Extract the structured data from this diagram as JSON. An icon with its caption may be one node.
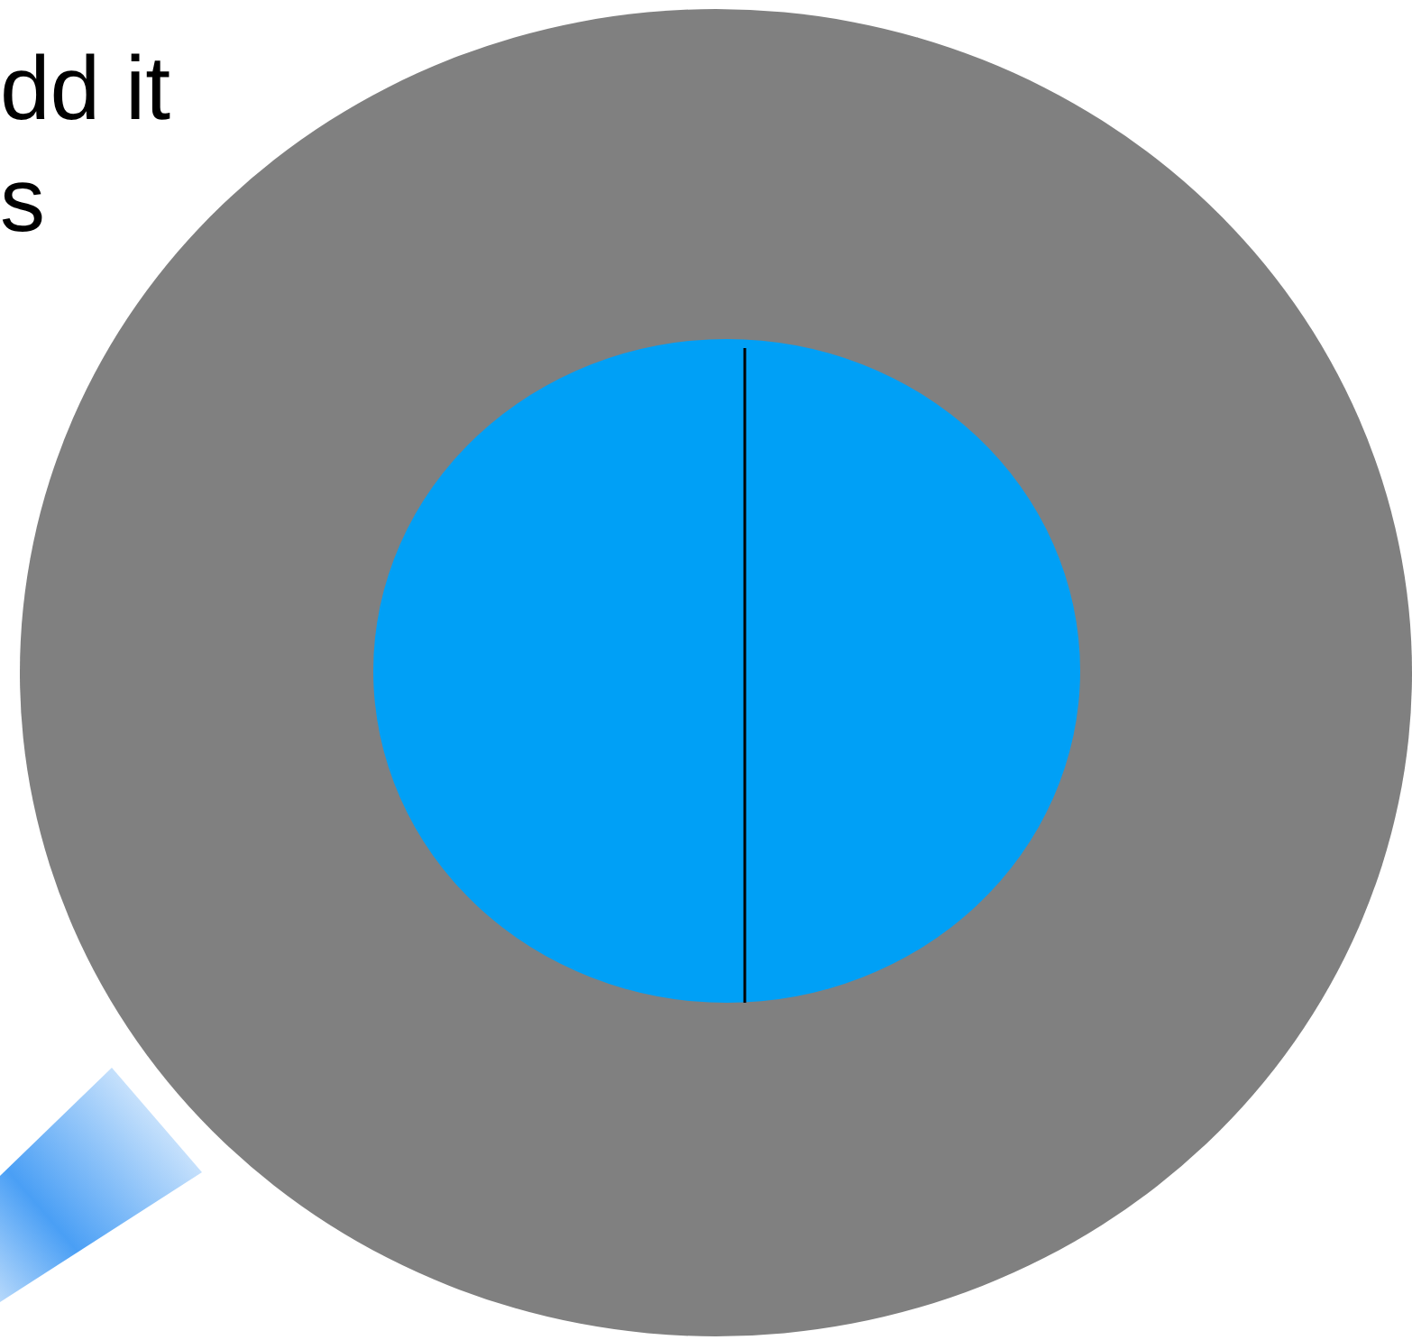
{
  "diagram": {
    "nodes": [
      {
        "text": [],
        "shape": "circle"
      },
      {
        "text": [],
        "shape": "circle",
        "in": 0
      }
    ],
    "labels": [
      "dd it",
      "s"
    ]
  }
}
